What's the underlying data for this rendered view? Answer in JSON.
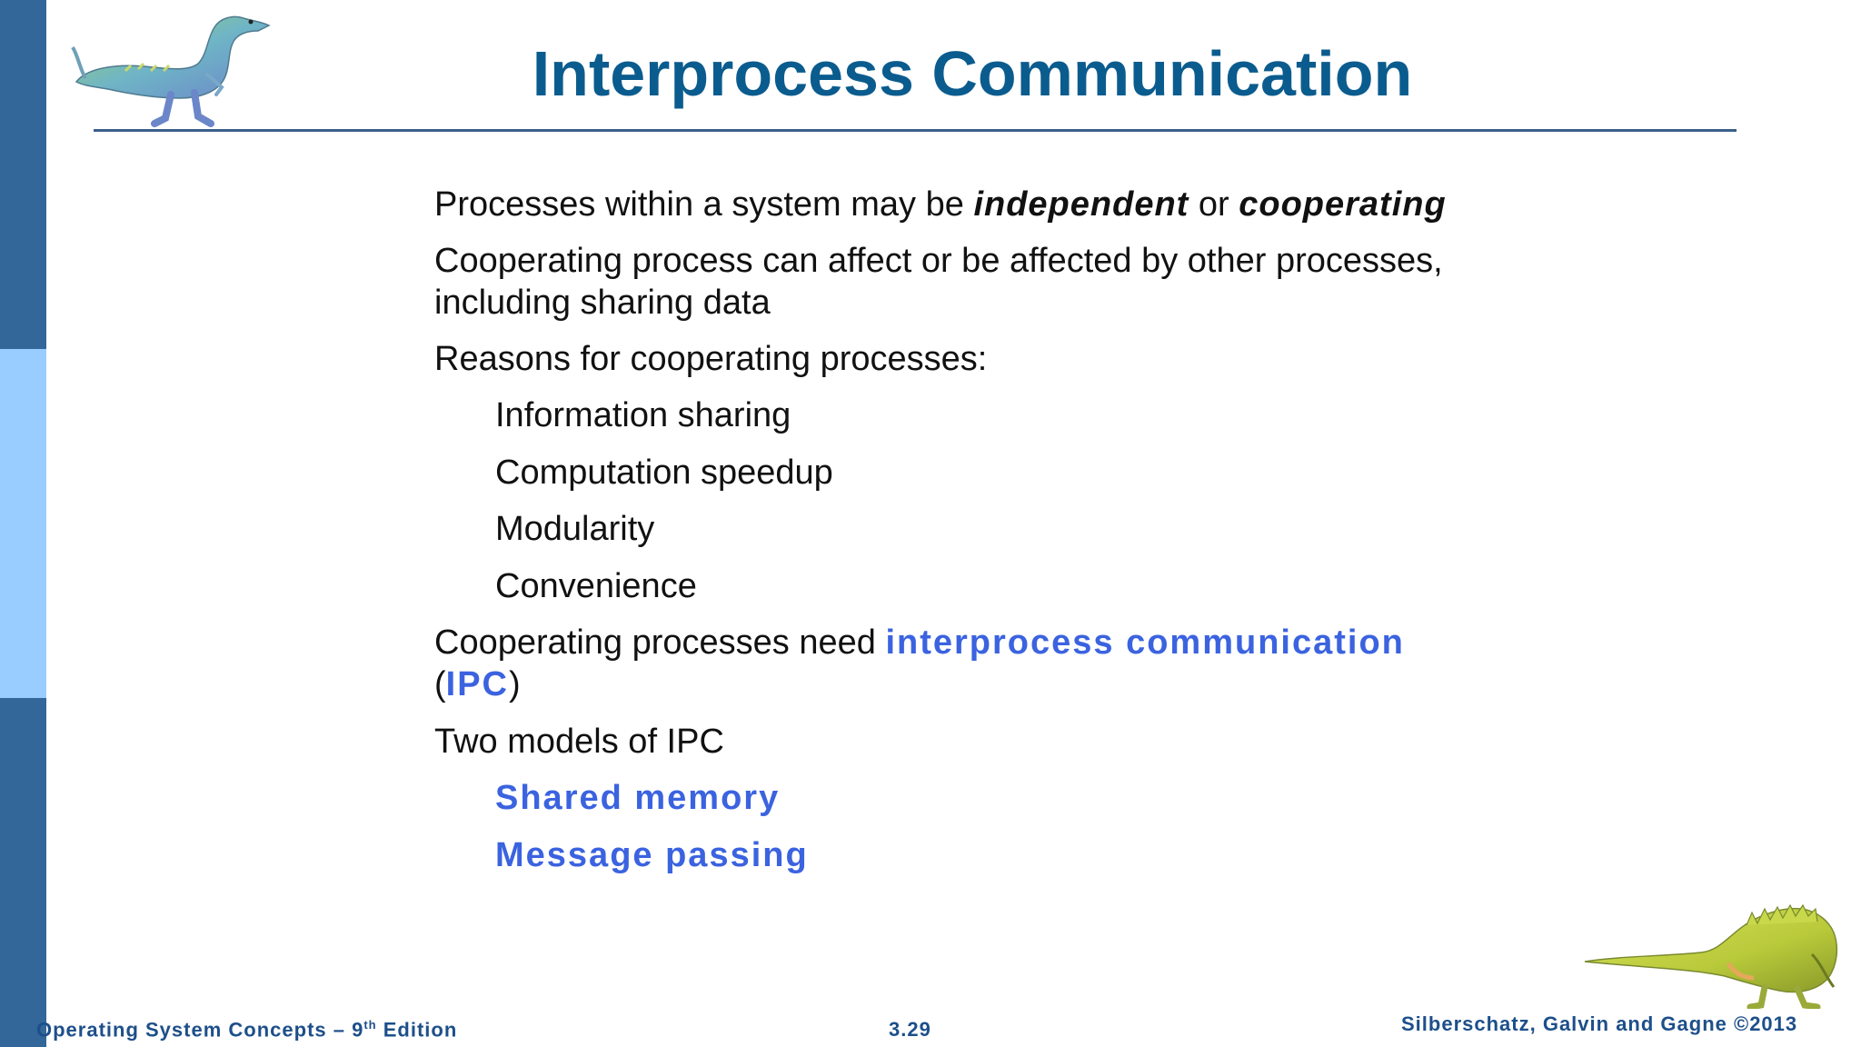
{
  "slide": {
    "title": "Interprocess Communication",
    "bullets": [
      {
        "parts": [
          {
            "text": "Processes within a system may be ",
            "style": "normal"
          },
          {
            "text": "independent",
            "style": "em"
          },
          {
            "text": " or ",
            "style": "normal"
          },
          {
            "text": "cooperating",
            "style": "em"
          }
        ]
      },
      {
        "line1": "Cooperating process can affect or be affected by other processes,",
        "line2": "including sharing data"
      },
      {
        "text": "Reasons for cooperating processes:"
      },
      {
        "text": "Information sharing"
      },
      {
        "text": "Computation speedup"
      },
      {
        "text": "Modularity"
      },
      {
        "text": "Convenience"
      },
      {
        "prefix": "Cooperating processes need ",
        "highlight": "interprocess communication",
        "open": "(",
        "ipc": "IPC",
        "close": ")"
      },
      {
        "text": "Two models of IPC"
      },
      {
        "text": "Shared memory"
      },
      {
        "text": "Message passing"
      }
    ]
  },
  "footer": {
    "book": "Operating System Concepts – 9",
    "book_sup": "th",
    "book_end": " Edition",
    "page": "3.29",
    "authors": "Silberschatz, Galvin and Gagne ©2013"
  },
  "colors": {
    "title": "#0b5c8e",
    "accent": "#3b63e0",
    "sidebar_dark": "#336699",
    "sidebar_light": "#99ccff"
  },
  "icons": {
    "top_left": "dinosaur-icon",
    "bottom_right": "dinosaur-icon"
  }
}
